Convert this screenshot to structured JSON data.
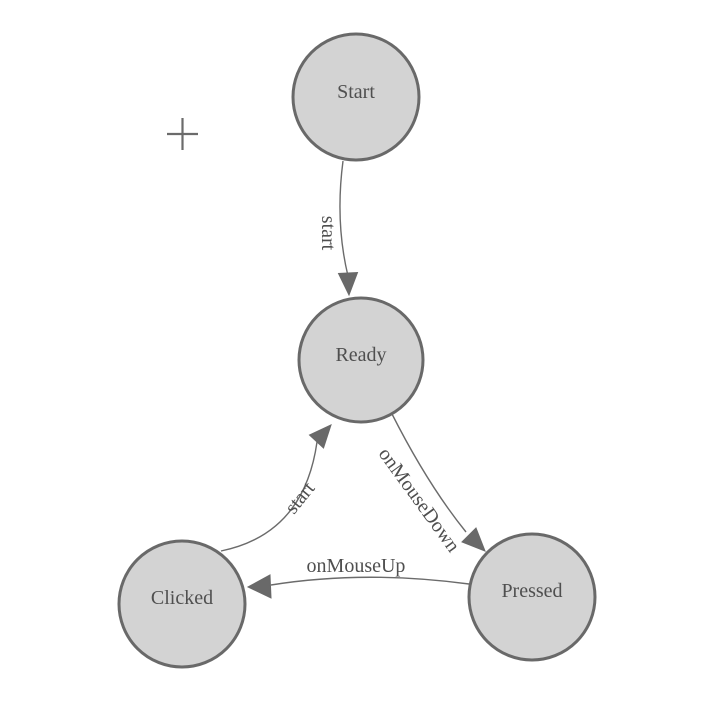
{
  "diagram": {
    "kind": "finite-state-machine",
    "background": "#ffffff"
  },
  "colors": {
    "canvas_bg": "#ffffff",
    "node_fill": "#d3d3d3",
    "node_stroke": "#696969",
    "edge_stroke": "#6b6b6b",
    "arrow_fill": "#696969",
    "label_text": "#4f4f4f"
  },
  "nodes": {
    "start": {
      "label": "Start"
    },
    "ready": {
      "label": "Ready"
    },
    "clicked": {
      "label": "Clicked"
    },
    "pressed": {
      "label": "Pressed"
    }
  },
  "edges": {
    "start_to_ready": {
      "label": "start",
      "from": "Start",
      "to": "Ready"
    },
    "clicked_to_ready": {
      "label": "start",
      "from": "Clicked",
      "to": "Ready"
    },
    "ready_to_pressed": {
      "label": "onMouseDown",
      "from": "Ready",
      "to": "Pressed"
    },
    "pressed_to_clicked": {
      "label": "onMouseUp",
      "from": "Pressed",
      "to": "Clicked"
    }
  },
  "icons": {
    "crosshair": "plus-crosshair"
  }
}
